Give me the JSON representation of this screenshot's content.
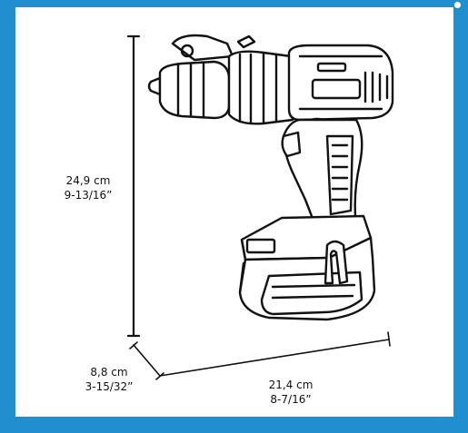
{
  "colors": {
    "frame": "#1f8fd0",
    "line": "#111111",
    "background": "#ffffff"
  },
  "dimensions": {
    "height": {
      "metric": "24,9 cm",
      "imperial": "9-13/16”"
    },
    "depth": {
      "metric": "8,8 cm",
      "imperial": "3-15/32”"
    },
    "width": {
      "metric": "21,4 cm",
      "imperial": "8-7/16”"
    }
  },
  "illustration": {
    "subject": "cordless-drill-icon"
  }
}
